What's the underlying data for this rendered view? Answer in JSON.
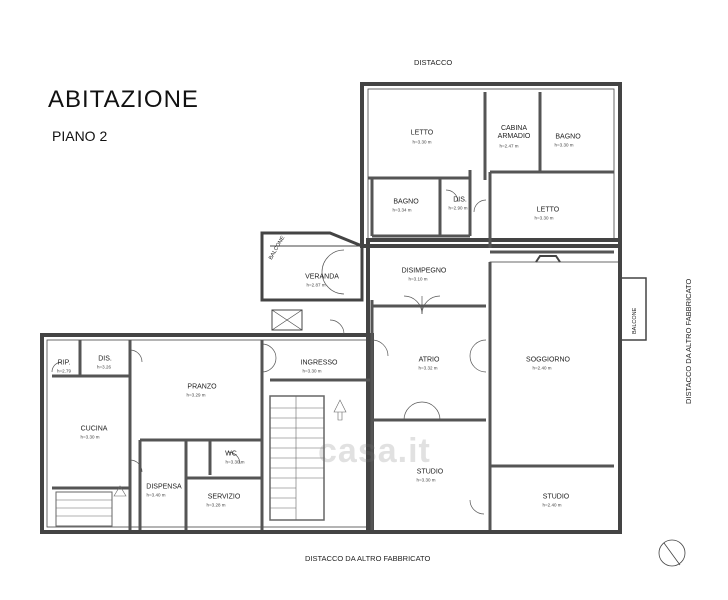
{
  "header": {
    "title": "ABITAZIONE",
    "subtitle": "PIANO 2"
  },
  "edges": {
    "top": "DISTACCO",
    "bottom": "DISTACCO DA ALTRO FABBRICATO",
    "right": "DISTACCO DA ALTRO FABBRICATO"
  },
  "balconies": [
    "BALCONE",
    "BALCONE"
  ],
  "rooms": {
    "letto1": {
      "name": "LETTO",
      "height": "h=3.30 m"
    },
    "cabina_armadio": {
      "name": "CABINA\nARMADIO",
      "height": "h=2.47 m"
    },
    "bagno1": {
      "name": "BAGNO",
      "height": "h=3.30 m"
    },
    "bagno2": {
      "name": "BAGNO",
      "height": "h=3.34 m"
    },
    "dis1": {
      "name": "DIS.",
      "height": "h=2.90 m"
    },
    "letto2": {
      "name": "LETTO",
      "height": "h=3.30 m"
    },
    "veranda": {
      "name": "VERANDA",
      "height": "h=2.87 m"
    },
    "disimpegno": {
      "name": "DISIMPEGNO",
      "height": "h=3.10 m"
    },
    "rip": {
      "name": "RIP.",
      "height": "h=2.79"
    },
    "dis2": {
      "name": "DIS.",
      "height": "h=3.26"
    },
    "pranzo": {
      "name": "PRANZO",
      "height": "h=3.29 m"
    },
    "ingresso": {
      "name": "INGRESSO",
      "height": "h=3.30 m"
    },
    "atrio": {
      "name": "ATRIO",
      "height": "h=3.32 m"
    },
    "soggiorno": {
      "name": "SOGGIORNO",
      "height": "h=2.40 m"
    },
    "cucina": {
      "name": "CUCINA",
      "height": "h=3.30 m"
    },
    "wc": {
      "name": "WC",
      "height": "h=3.30 m"
    },
    "dispensa": {
      "name": "DISPENSA",
      "height": "h=3.40 m"
    },
    "servizio": {
      "name": "SERVIZIO",
      "height": "h=3.28 m"
    },
    "studio1": {
      "name": "STUDIO",
      "height": "h=3.30 m"
    },
    "studio2": {
      "name": "STUDIO",
      "height": "h=2.40 m"
    }
  },
  "watermark": "casa.it",
  "colors": {
    "wall": "#555555",
    "wall_fill": "#9a9a9a",
    "line": "#333333"
  }
}
